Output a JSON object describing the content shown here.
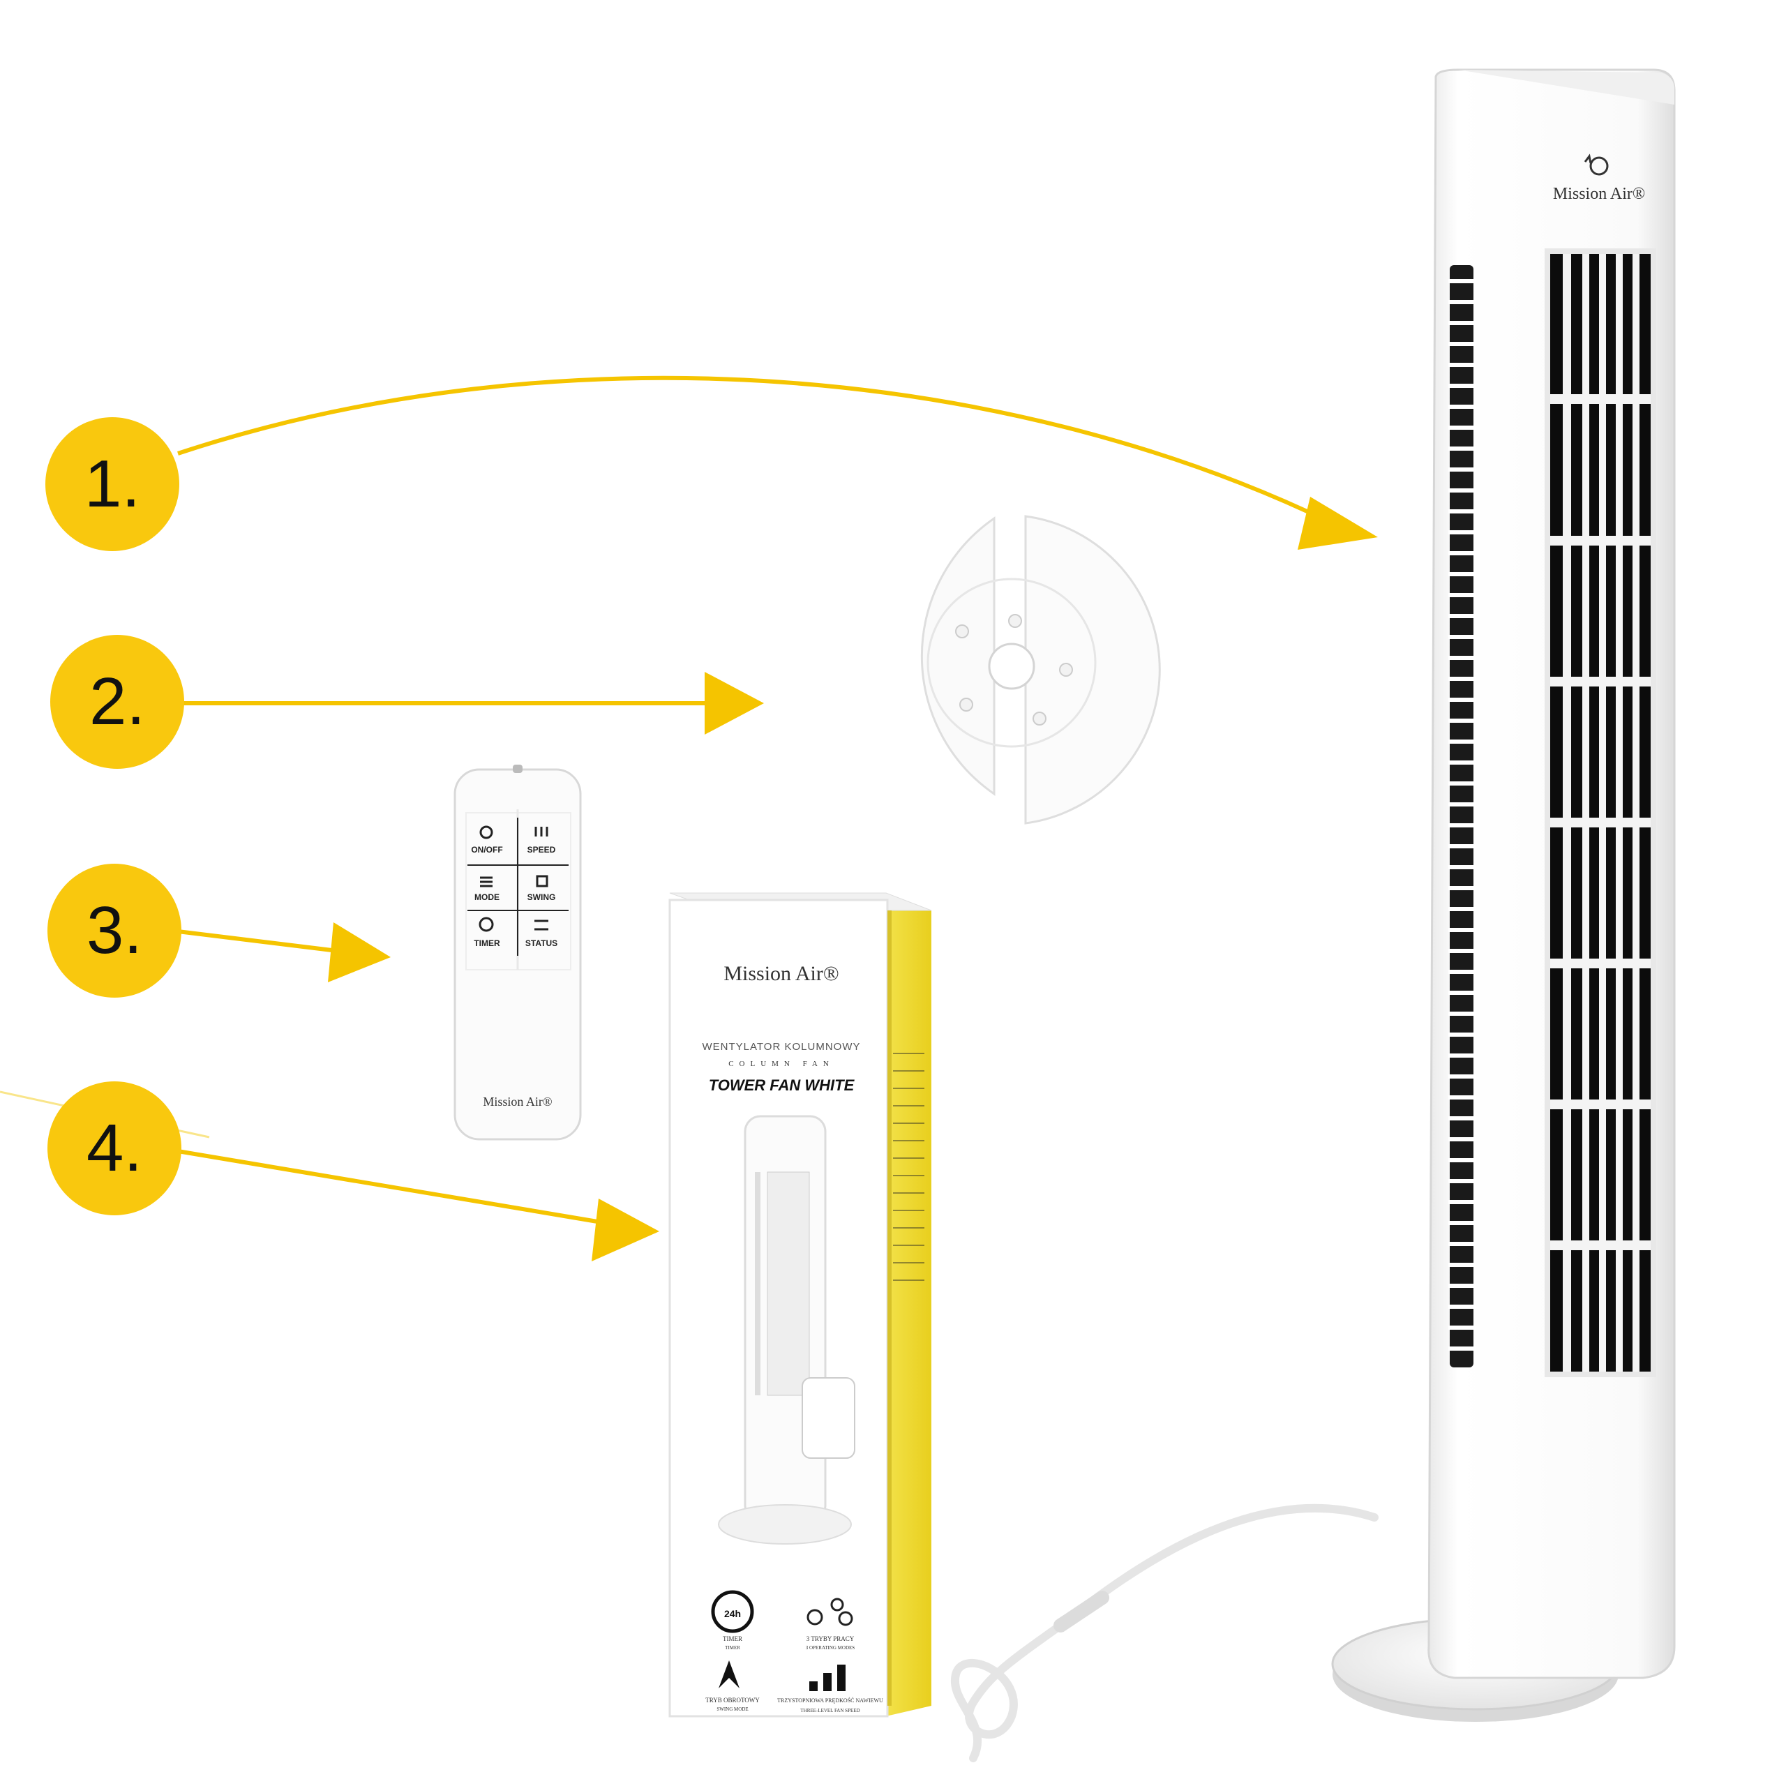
{
  "steps": [
    {
      "label": "1."
    },
    {
      "label": "2."
    },
    {
      "label": "3."
    },
    {
      "label": "4."
    }
  ],
  "colors": {
    "accent": "#f9c80e",
    "arrow": "#f5c400",
    "product": "#ffffff"
  },
  "fan": {
    "brand": "Mission Air®"
  },
  "remote": {
    "brand": "Mission Air®",
    "buttons": [
      "ON/OFF",
      "SPEED",
      "MODE",
      "SWING",
      "TIMER",
      "STATUS"
    ]
  },
  "box": {
    "brand": "Mission Air®",
    "title_pl": "WENTYLATOR KOLUMNOWY",
    "title_en": "COLUMN FAN",
    "model": "TOWER FAN WHITE",
    "feature_timer": "TIMER",
    "feature_timer_en": "TIMER",
    "feature_modes": "3 TRYBY PRACY",
    "feature_modes_en": "3 OPERATING MODES",
    "feature_swing": "TRYB OBROTOWY",
    "feature_swing_en": "SWING MODE",
    "feature_speed": "TRZYSTOPNIOWA PRĘDKOŚĆ NAWIEWU",
    "feature_speed_en": "THREE-LEVEL FAN SPEED",
    "timer_badge": "24h"
  }
}
